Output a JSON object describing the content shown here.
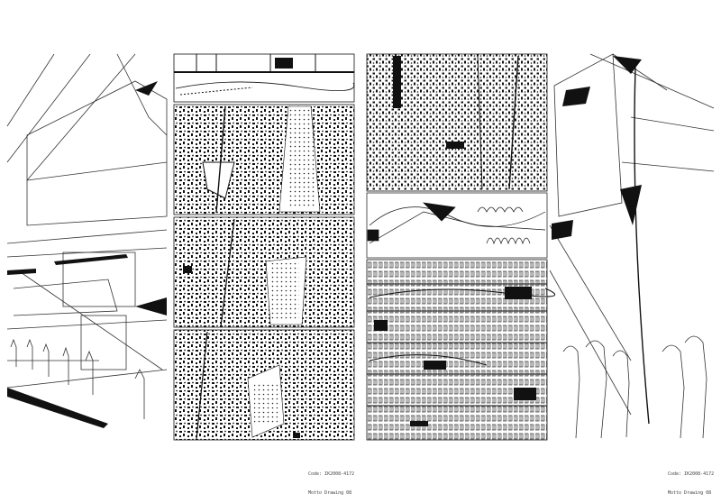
{
  "colors": {
    "ink": "#111111",
    "line": "#333333",
    "paper": "#ffffff"
  },
  "captions": {
    "left": {
      "code": "Code: IK2008-4172",
      "title": "Motto Drawing 08"
    },
    "right": {
      "code": "Code: IK2008-4172",
      "title": "Motto Drawing 08"
    }
  }
}
